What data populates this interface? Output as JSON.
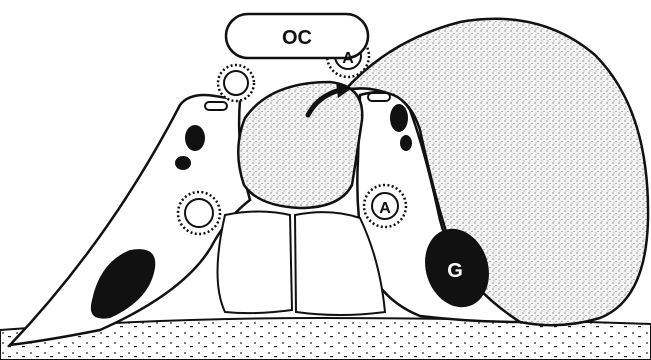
{
  "labels": {
    "oc": "OC",
    "artery_upper": "A",
    "artery_lower": "A",
    "ganglion": "G"
  },
  "colors": {
    "ink": "#111111",
    "paper": "#ffffff",
    "stipple": "#555555"
  }
}
